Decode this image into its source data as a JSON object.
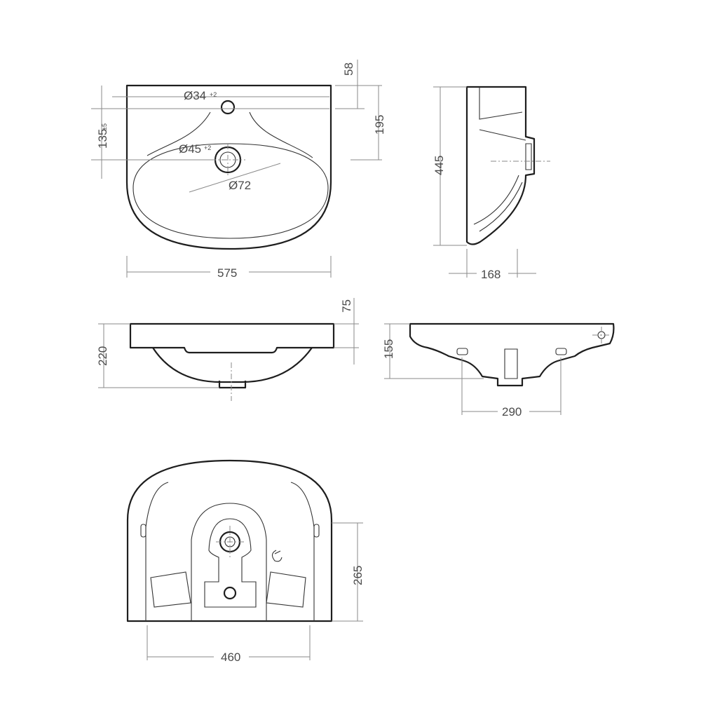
{
  "top_view": {
    "hole_top": "Ø34",
    "hole_top_tol": "+2",
    "hole_drain": "Ø45",
    "hole_drain_tol": "+2",
    "ring": "Ø72",
    "offset": "135",
    "offset_tol": "±5",
    "width": "575",
    "depth_to_hole": "195",
    "rim": "58"
  },
  "side_view": {
    "height": "445",
    "depth": "168"
  },
  "front_view": {
    "height": "220",
    "rim": "75"
  },
  "back_view": {
    "height": "155",
    "mount_spacing": "290"
  },
  "bottom_view": {
    "height": "265",
    "width": "460"
  }
}
